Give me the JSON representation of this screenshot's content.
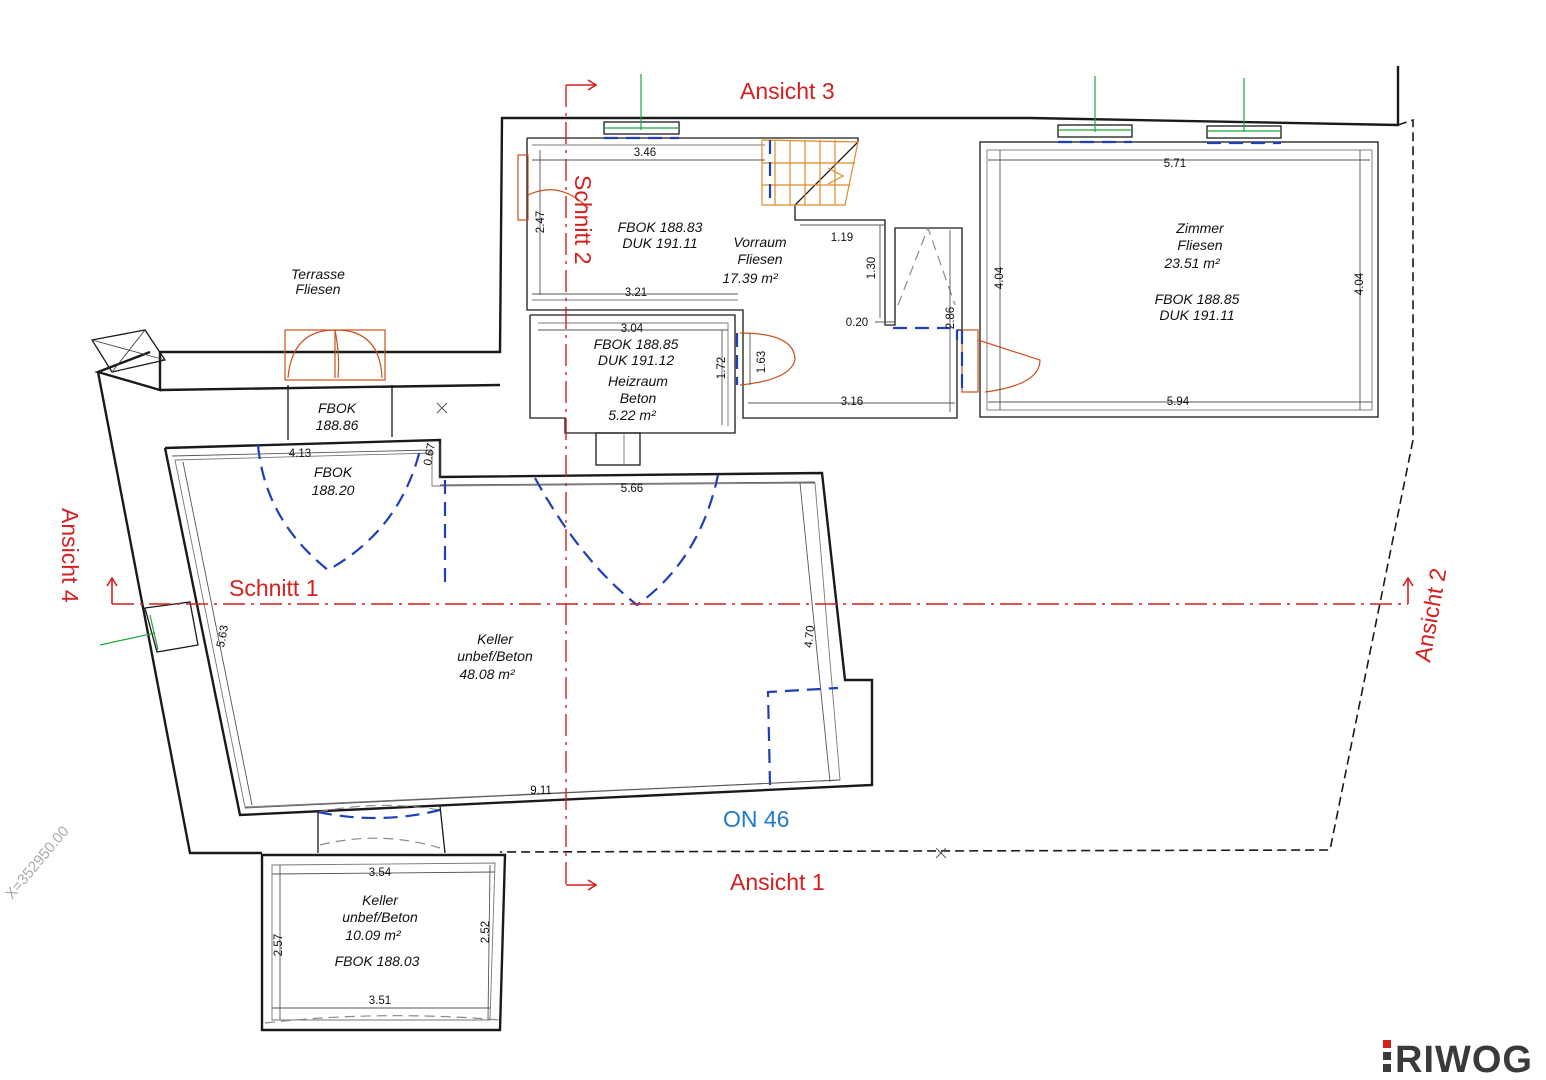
{
  "labels": {
    "ansicht_1": "Ansicht 1",
    "ansicht_2": "Ansicht 2",
    "ansicht_3": "Ansicht 3",
    "ansicht_4": "Ansicht 4",
    "schnitt_1": "Schnitt 1",
    "schnitt_2": "Schnitt 2",
    "house_number": "ON 46",
    "coordinate": "X=352950.00",
    "logo": "RIWOG"
  },
  "rooms": {
    "terrasse": {
      "line1": "Terrasse",
      "line2": "Fliesen"
    },
    "vorraum_level": {
      "line1": "FBOK 188.83",
      "line2": "DUK 191.11"
    },
    "vorraum": {
      "line1": "Vorraum",
      "line2": "Fliesen",
      "line3": "17.39 m²"
    },
    "zimmer": {
      "line1": "Zimmer",
      "line2": "Fliesen",
      "line3": "23.51 m²",
      "line4": "FBOK 188.85",
      "line5": "DUK 191.11"
    },
    "heizraum": {
      "line1": "FBOK 188.85",
      "line2": "DUK 191.12",
      "line3": "Heizraum",
      "line4": "Beton",
      "line5": "5.22 m²"
    },
    "entry_level": {
      "line1": "FBOK",
      "line2": "188.86"
    },
    "keller_level": {
      "line1": "FBOK",
      "line2": "188.20"
    },
    "keller": {
      "line1": "Keller",
      "line2": "unbef/Beton",
      "line3": "48.08 m²"
    },
    "keller_small": {
      "line1": "Keller",
      "line2": "unbef/Beton",
      "line3": "10.09 m²",
      "line4": "FBOK 188.03"
    }
  },
  "dimensions": {
    "d_346": "3.46",
    "d_247": "2.47",
    "d_119": "1.19",
    "d_130": "1.30",
    "d_321": "3.21",
    "d_020": "0.20",
    "d_286": "2.86",
    "d_304": "3.04",
    "d_172": "1.72",
    "d_163": "1.63",
    "d_316": "3.16",
    "d_571": "5.71",
    "d_404a": "4.04",
    "d_404b": "4.04",
    "d_594": "5.94",
    "d_413": "4.13",
    "d_067": "0.67",
    "d_566": "5.66",
    "d_563": "5.63",
    "d_470": "4.70",
    "d_911": "9.11",
    "d_354": "3.54",
    "d_257": "2.57",
    "d_252": "2.52",
    "d_351": "3.51"
  },
  "colors": {
    "section_red": "#d41f1f",
    "hidden_blue": "#1f3fb8",
    "door_orange": "#c8501c",
    "window_green": "#22a63a",
    "label_blue": "#1f7ac8"
  },
  "icons": {
    "logo_mark": "riwog-logo-icon",
    "cross_mark": "x-mark-icon"
  }
}
